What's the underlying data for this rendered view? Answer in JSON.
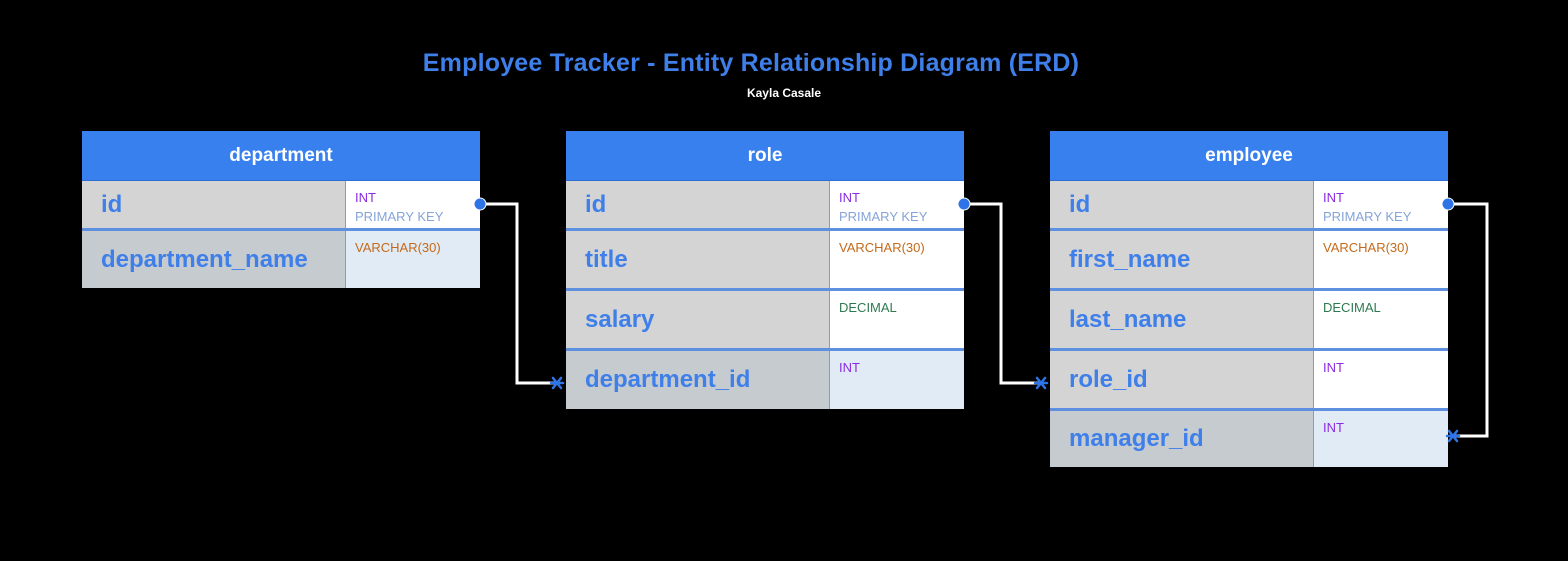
{
  "title": "Employee Tracker - Entity Relationship Diagram (ERD)",
  "subtitle": "Kayla Casale",
  "colors": {
    "background": "#000000",
    "accent": "#3880ee",
    "name_text": "#3f7fe9",
    "int_type": "#8a2be2",
    "primary_key": "#85a4d8",
    "varchar_type": "#c46a1a",
    "decimal_type": "#2e7a4f",
    "connector_line": "#ffffff",
    "connector_end": "#2f74e6"
  },
  "tables": [
    {
      "name": "department",
      "columns": [
        {
          "name": "id",
          "type": "INT",
          "key": "PRIMARY KEY"
        },
        {
          "name": "department_name",
          "type": "VARCHAR(30)",
          "key": ""
        }
      ]
    },
    {
      "name": "role",
      "columns": [
        {
          "name": "id",
          "type": "INT",
          "key": "PRIMARY KEY"
        },
        {
          "name": "title",
          "type": "VARCHAR(30)",
          "key": ""
        },
        {
          "name": "salary",
          "type": "DECIMAL",
          "key": ""
        },
        {
          "name": "department_id",
          "type": "INT",
          "key": ""
        }
      ]
    },
    {
      "name": "employee",
      "columns": [
        {
          "name": "id",
          "type": "INT",
          "key": "PRIMARY KEY"
        },
        {
          "name": "first_name",
          "type": "VARCHAR(30)",
          "key": ""
        },
        {
          "name": "last_name",
          "type": "DECIMAL",
          "key": ""
        },
        {
          "name": "role_id",
          "type": "INT",
          "key": ""
        },
        {
          "name": "manager_id",
          "type": "INT",
          "key": ""
        }
      ]
    }
  ],
  "relationships": [
    {
      "from": "department.id",
      "to": "role.department_id",
      "cardinality": "one-to-many"
    },
    {
      "from": "role.id",
      "to": "employee.role_id",
      "cardinality": "one-to-many"
    },
    {
      "from": "employee.id",
      "to": "employee.manager_id",
      "cardinality": "one-to-many"
    }
  ]
}
